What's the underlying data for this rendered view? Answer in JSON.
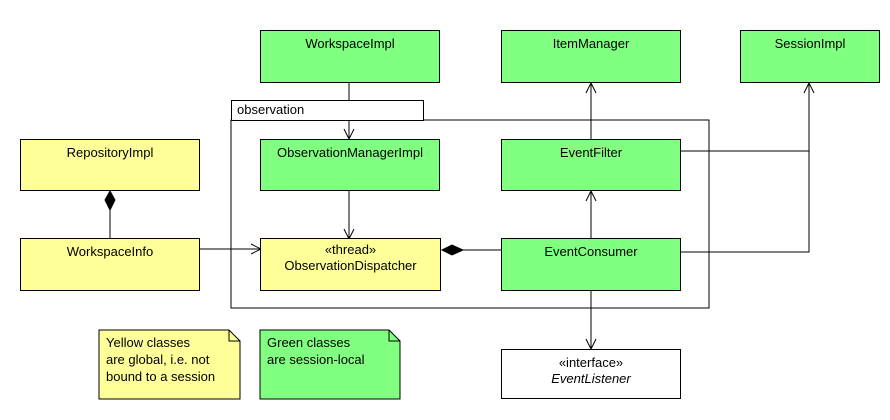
{
  "colors": {
    "global": "#ffff99",
    "session_local": "#80ff80",
    "interface": "#ffffff",
    "line": "#000000"
  },
  "package": {
    "name": "observation"
  },
  "classes": {
    "workspace_impl": {
      "label": "WorkspaceImpl"
    },
    "item_manager": {
      "label": "ItemManager"
    },
    "session_impl": {
      "label": "SessionImpl"
    },
    "repository_impl": {
      "label": "RepositoryImpl"
    },
    "observation_manager_impl": {
      "label": "ObservationManagerImpl"
    },
    "event_filter": {
      "label": "EventFilter"
    },
    "workspace_info": {
      "label": "WorkspaceInfo"
    },
    "observation_dispatcher": {
      "stereotype": "«thread»",
      "label": "ObservationDispatcher"
    },
    "event_consumer": {
      "label": "EventConsumer"
    },
    "event_listener": {
      "stereotype": "«interface»",
      "label": "EventListener"
    }
  },
  "notes": {
    "yellow": {
      "lines": [
        "Yellow classes",
        "are global, i.e. not",
        "bound to a session"
      ]
    },
    "green": {
      "lines": [
        "Green classes",
        "are session-local"
      ]
    }
  }
}
